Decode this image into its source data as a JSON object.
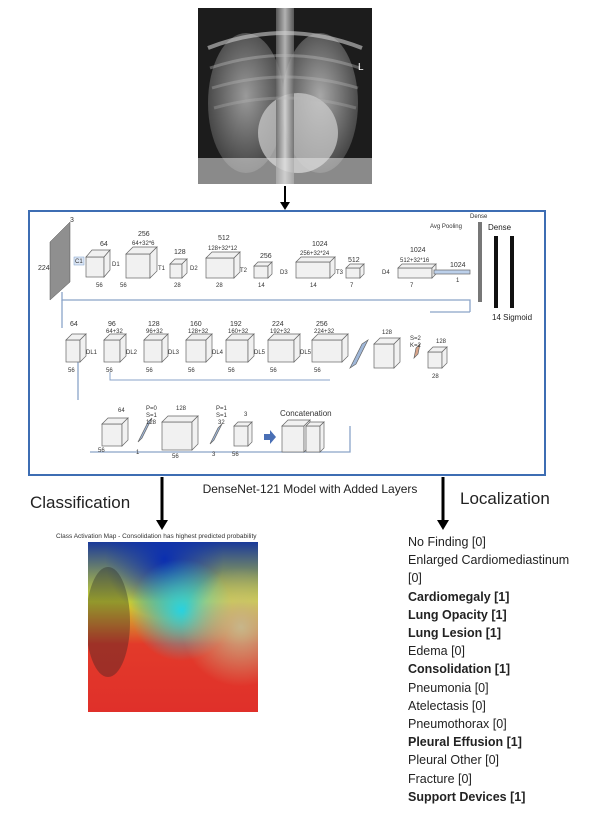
{
  "model_caption": "DenseNet-121 Model with Added Layers",
  "branch_labels": {
    "left": "Classification",
    "right": "Localization"
  },
  "cam_title": "Class Activation Map - Consolidation has highest predicted probability",
  "xray_marker": "L",
  "network": {
    "input_size": "224",
    "input_channels": "3",
    "blocks": {
      "c1": "C1",
      "d1": "D1",
      "d2": "D2",
      "d3": "D3",
      "d4": "D4",
      "t1": "T1",
      "t2": "T2",
      "t3": "T3"
    },
    "top_dims": {
      "a": "64",
      "b": "256",
      "b_sub": "64+32*6",
      "c": "128",
      "d": "512",
      "d_sub": "128+32*12",
      "e": "256",
      "f": "1024",
      "f_sub": "256+32*24",
      "g": "512",
      "h": "1024",
      "h_sub": "512+32*16",
      "i": "1024"
    },
    "bottom_dims": {
      "s56": "56",
      "s28": "28",
      "s14": "14",
      "s7": "7",
      "s1": "1"
    },
    "avg_pooling": "Avg Pooling",
    "dense_label_small": "Dense",
    "dense_label": "Dense",
    "sigmoid_label": "14 Sigmoid",
    "dl": {
      "labels": [
        "DL1",
        "DL2",
        "DL3",
        "DL4",
        "DL5",
        "DL5"
      ],
      "top": [
        "64",
        "96",
        "128",
        "160",
        "192",
        "224",
        "256"
      ],
      "sub": [
        "",
        "64+32",
        "96+32",
        "128+32",
        "160+32",
        "192+32",
        "224+32"
      ]
    },
    "tail": {
      "c128": "128",
      "s2": "S=2",
      "k2": "K=2",
      "c128b": "128",
      "s28": "28"
    },
    "concat": {
      "c64": "64",
      "p0": "P=0",
      "s1": "S=1",
      "c128": "128",
      "c128b": "128",
      "p1": "P=1",
      "s1b": "S=1",
      "c32": "32",
      "c3": "3",
      "b1": "1",
      "b56": "56",
      "b3": "3",
      "b56b": "56",
      "label": "Concatenation"
    }
  },
  "findings": [
    {
      "text": "No Finding  [0]",
      "positive": false
    },
    {
      "text": "Enlarged Cardiomediastinum",
      "positive": false
    },
    {
      "text": "[0]",
      "positive": false
    },
    {
      "text": "Cardiomegaly [1]",
      "positive": true
    },
    {
      "text": "Lung Opacity [1]",
      "positive": true
    },
    {
      "text": "Lung Lesion [1]",
      "positive": true
    },
    {
      "text": "Edema [0]",
      "positive": false
    },
    {
      "text": "Consolidation [1]",
      "positive": true
    },
    {
      "text": "Pneumonia [0]",
      "positive": false
    },
    {
      "text": "Atelectasis [0]",
      "positive": false
    },
    {
      "text": "Pneumothorax [0]",
      "positive": false
    },
    {
      "text": "Pleural Effusion [1]",
      "positive": true
    },
    {
      "text": "Pleural Other [0]",
      "positive": false
    },
    {
      "text": "Fracture [0]",
      "positive": false
    },
    {
      "text": "Support Devices [1]",
      "positive": true
    }
  ],
  "colors": {
    "border": "#3d6db3",
    "arrow": "#000000"
  }
}
